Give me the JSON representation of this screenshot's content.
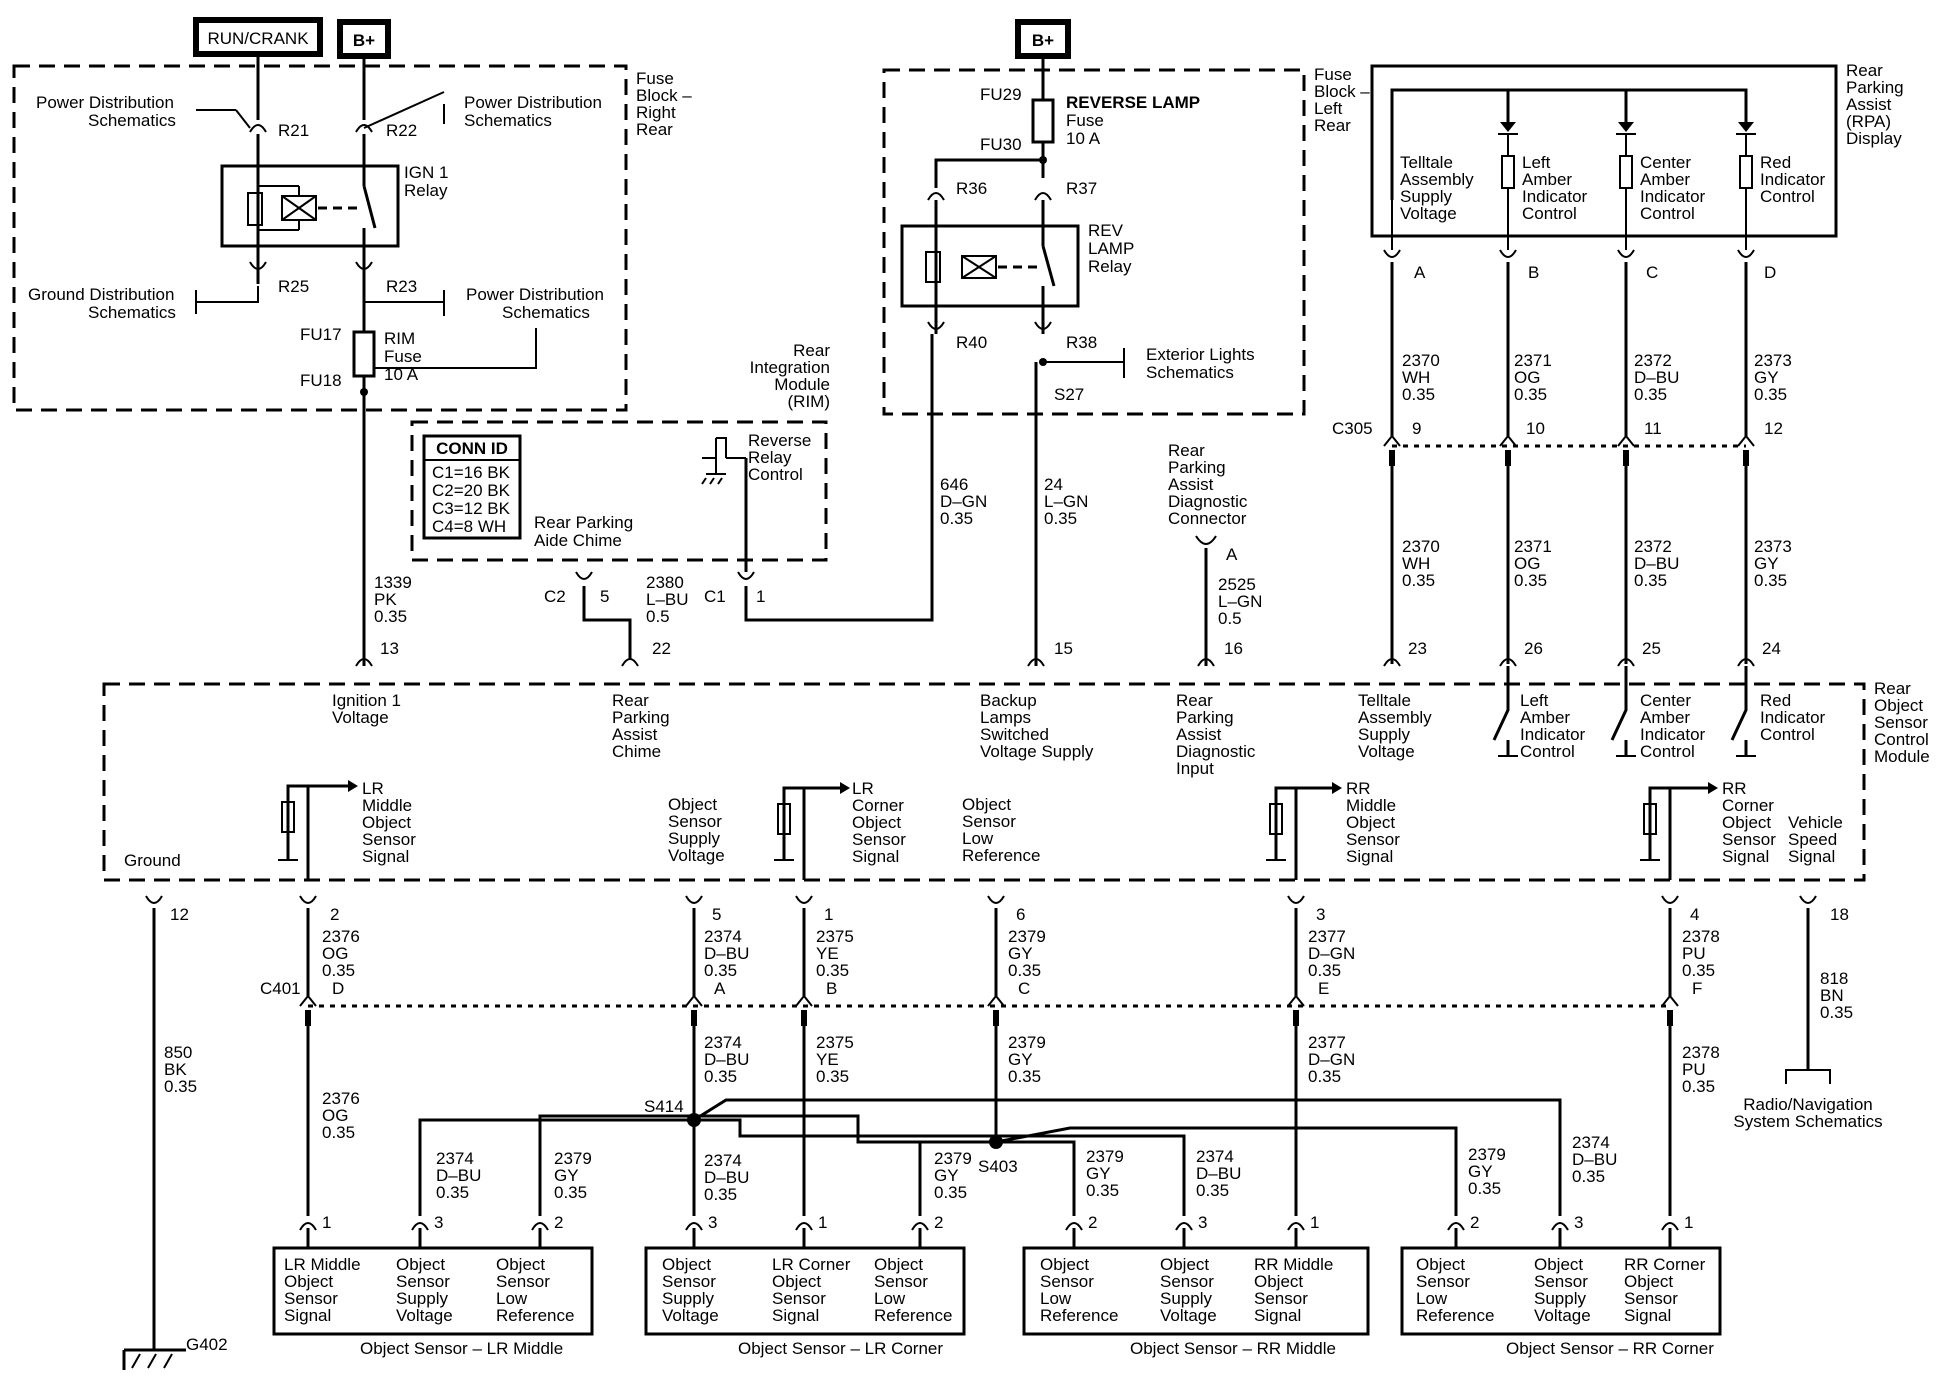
{
  "supply": {
    "run_crank": "RUN/CRANK",
    "bplus_left": "B+",
    "bplus_center": "B+"
  },
  "fuse_block_right": {
    "title": [
      "Fuse",
      "Block –",
      "Right",
      "Rear"
    ],
    "relay": [
      "IGN 1",
      "Relay"
    ],
    "pins": {
      "r21": "R21",
      "r22": "R22",
      "r25": "R25",
      "r23": "R23"
    },
    "fuse_top": "FU17",
    "fuse_bottom": "FU18",
    "fuse": [
      "RIM",
      "Fuse",
      "10 A"
    ],
    "power_left": [
      "Power Distribution",
      "Schematics"
    ],
    "power_right": [
      "Power Distribution",
      "Schematics"
    ],
    "ground": [
      "Ground Distribution",
      "Schematics"
    ],
    "power_lower": [
      "Power Distribution",
      "Schematics"
    ]
  },
  "fuse_block_left": {
    "title": [
      "Fuse",
      "Block –",
      "Left",
      "Rear"
    ],
    "fuse_top": "FU29",
    "fuse_bottom": "FU30",
    "fuse": [
      "REVERSE LAMP",
      "Fuse",
      "10 A"
    ],
    "relay": [
      "REV",
      "LAMP",
      "Relay"
    ],
    "pins": {
      "r36": "R36",
      "r37": "R37",
      "r40": "R40",
      "r38": "R38"
    },
    "exterior": [
      "Exterior Lights",
      "Schematics"
    ],
    "splice": "S27"
  },
  "rim": {
    "title": [
      "Rear",
      "Integration",
      "Module",
      "(RIM)"
    ],
    "conn_id_title": "CONN ID",
    "conn_ids": [
      "C1=16 BK",
      "C2=20 BK",
      "C3=12 BK",
      "C4=8 WH"
    ],
    "reverse_relay": [
      "Reverse",
      "Relay",
      "Control"
    ],
    "chime": [
      "Rear Parking",
      "Aide Chime"
    ],
    "c2": "C2",
    "c2_pin": "5",
    "c1": "C1",
    "c1_pin": "1"
  },
  "rpa_display": {
    "title": [
      "Rear",
      "Parking",
      "Assist",
      "(RPA)",
      "Display"
    ],
    "circuits": [
      {
        "label": [
          "Telltale",
          "Assembly",
          "Supply",
          "Voltage"
        ],
        "pin": "A",
        "wire": [
          "2370",
          "WH",
          "0.35"
        ],
        "c305": "9",
        "rcm_pin": "23"
      },
      {
        "label": [
          "Left",
          "Amber",
          "Indicator",
          "Control"
        ],
        "pin": "B",
        "wire": [
          "2371",
          "OG",
          "0.35"
        ],
        "c305": "10",
        "rcm_pin": "26"
      },
      {
        "label": [
          "Center",
          "Amber",
          "Indicator",
          "Control"
        ],
        "pin": "C",
        "wire": [
          "2372",
          "D–BU",
          "0.35"
        ],
        "c305": "11",
        "rcm_pin": "25"
      },
      {
        "label": [
          "Red",
          "Indicator",
          "Control"
        ],
        "pin": "D",
        "wire": [
          "2373",
          "GY",
          "0.35"
        ],
        "c305": "12",
        "rcm_pin": "24"
      }
    ],
    "connector": "C305"
  },
  "diag_connector": {
    "label": [
      "Rear",
      "Parking",
      "Assist",
      "Diagnostic",
      "Connector"
    ],
    "pin": "A",
    "wire": [
      "2525",
      "L–GN",
      "0.5"
    ]
  },
  "wires": {
    "w1339": [
      "1339",
      "PK",
      "0.35"
    ],
    "w2380": [
      "2380",
      "L–BU",
      "0.5"
    ],
    "w646": [
      "646",
      "D–GN",
      "0.35"
    ],
    "w24": [
      "24",
      "L–GN",
      "0.35"
    ],
    "w850": [
      "850",
      "BK",
      "0.35"
    ],
    "w818": [
      "818",
      "BN",
      "0.35"
    ]
  },
  "rcm": {
    "title": [
      "Rear",
      "Object",
      "Sensor",
      "Control",
      "Module"
    ],
    "top_pins": {
      "p13": "13",
      "p22": "22",
      "p15": "15",
      "p16": "16"
    },
    "ignition": [
      "Ignition 1",
      "Voltage"
    ],
    "chime": [
      "Rear",
      "Parking",
      "Assist",
      "Chime"
    ],
    "backup": [
      "Backup",
      "Lamps",
      "Switched",
      "Voltage Supply"
    ],
    "diag": [
      "Rear",
      "Parking",
      "Assist",
      "Diagnostic",
      "Input"
    ],
    "telltale": [
      "Telltale",
      "Assembly",
      "Supply",
      "Voltage"
    ],
    "left_amber": [
      "Left",
      "Amber",
      "Indicator",
      "Control"
    ],
    "center_amber": [
      "Center",
      "Amber",
      "Indicator",
      "Control"
    ],
    "red": [
      "Red",
      "Indicator",
      "Control"
    ],
    "ground": "Ground",
    "lr_middle": [
      "LR",
      "Middle",
      "Object",
      "Sensor",
      "Signal"
    ],
    "obj_supply": [
      "Object",
      "Sensor",
      "Supply",
      "Voltage"
    ],
    "lr_corner": [
      "LR",
      "Corner",
      "Object",
      "Sensor",
      "Signal"
    ],
    "obj_low": [
      "Object",
      "Sensor",
      "Low",
      "Reference"
    ],
    "rr_middle": [
      "RR",
      "Middle",
      "Object",
      "Sensor",
      "Signal"
    ],
    "rr_corner": [
      "RR",
      "Corner",
      "Object",
      "Sensor",
      "Signal"
    ],
    "vss": [
      "Vehicle",
      "Speed",
      "Signal"
    ],
    "bottom_pins": {
      "p12": "12",
      "p2": "2",
      "p5": "5",
      "p1": "1",
      "p6": "6",
      "p3": "3",
      "p4": "4",
      "p18": "18"
    }
  },
  "c401": {
    "label": "C401",
    "pins": [
      "D",
      "A",
      "B",
      "C",
      "E",
      "F"
    ]
  },
  "bottom_wires": {
    "w2376": [
      "2376",
      "OG",
      "0.35"
    ],
    "w2374": [
      "2374",
      "D–BU",
      "0.35"
    ],
    "w2375": [
      "2375",
      "YE",
      "0.35"
    ],
    "w2379": [
      "2379",
      "GY",
      "0.35"
    ],
    "w2377": [
      "2377",
      "D–GN",
      "0.35"
    ],
    "w2378": [
      "2378",
      "PU",
      "0.35"
    ]
  },
  "splices": {
    "s414": "S414",
    "s403": "S403"
  },
  "ground_id": "G402",
  "radio": [
    "Radio/Navigation",
    "System Schematics"
  ],
  "sensors": [
    {
      "cells": [
        [
          "LR Middle",
          "Object",
          "Sensor",
          "Signal"
        ],
        [
          "Object",
          "Sensor",
          "Supply",
          "Voltage"
        ],
        [
          "Object",
          "Sensor",
          "Low",
          "Reference"
        ]
      ],
      "pins": [
        "1",
        "3",
        "2"
      ],
      "caption": "Object Sensor – LR Middle"
    },
    {
      "cells": [
        [
          "Object",
          "Sensor",
          "Supply",
          "Voltage"
        ],
        [
          "LR Corner",
          "Object",
          "Sensor",
          "Signal"
        ],
        [
          "Object",
          "Sensor",
          "Low",
          "Reference"
        ]
      ],
      "pins": [
        "3",
        "1",
        "2"
      ],
      "caption": "Object Sensor – LR Corner"
    },
    {
      "cells": [
        [
          "Object",
          "Sensor",
          "Low",
          "Reference"
        ],
        [
          "Object",
          "Sensor",
          "Supply",
          "Voltage"
        ],
        [
          "RR Middle",
          "Object",
          "Sensor",
          "Signal"
        ]
      ],
      "pins": [
        "2",
        "3",
        "1"
      ],
      "caption": "Object Sensor – RR Middle"
    },
    {
      "cells": [
        [
          "Object",
          "Sensor",
          "Low",
          "Reference"
        ],
        [
          "Object",
          "Sensor",
          "Supply",
          "Voltage"
        ],
        [
          "RR Corner",
          "Object",
          "Sensor",
          "Signal"
        ]
      ],
      "pins": [
        "2",
        "3",
        "1"
      ],
      "caption": "Object Sensor – RR Corner"
    }
  ]
}
